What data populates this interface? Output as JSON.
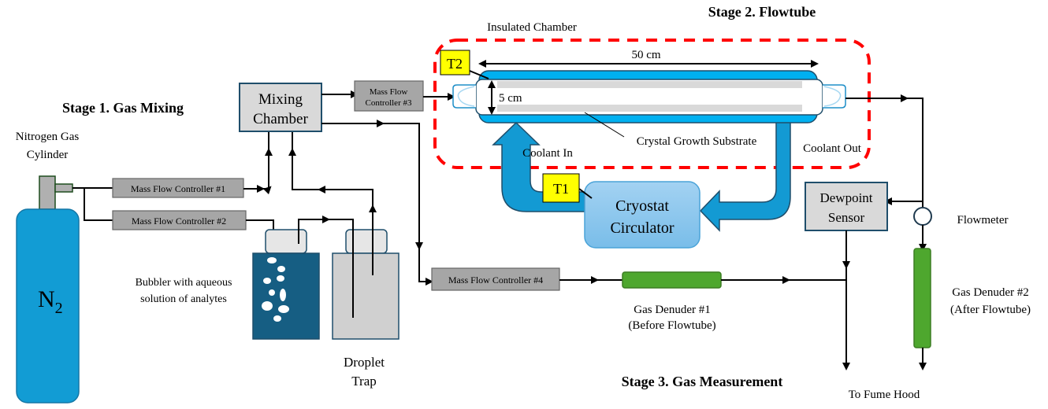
{
  "stages": {
    "stage1": "Stage 1. Gas Mixing",
    "stage2": "Stage 2. Flowtube",
    "stage3": "Stage 3. Gas Measurement"
  },
  "cylinder": {
    "label_line1": "Nitrogen Gas",
    "label_line2": "Cylinder",
    "symbol": "N",
    "subscript": "2"
  },
  "mfc": {
    "mfc1": "Mass Flow Controller #1",
    "mfc2": "Mass Flow Controller #2",
    "mfc3_line1": "Mass Flow",
    "mfc3_line2": "Controller #3",
    "mfc4": "Mass Flow Controller #4"
  },
  "mixing_chamber": {
    "line1": "Mixing",
    "line2": "Chamber"
  },
  "bubbler": {
    "line1": "Bubbler with aqueous",
    "line2": "solution of analytes"
  },
  "droplet_trap": {
    "line1": "Droplet",
    "line2": "Trap"
  },
  "flowtube": {
    "chamber_label": "Insulated Chamber",
    "length_label": "50 cm",
    "diameter_label": "5 cm",
    "substrate_label": "Crystal Growth Substrate",
    "coolant_in": "Coolant In",
    "coolant_out": "Coolant Out",
    "t2": "T2",
    "t1": "T1"
  },
  "cryostat": {
    "line1": "Cryostat",
    "line2": "Circulator"
  },
  "dewpoint": {
    "line1": "Dewpoint",
    "line2": "Sensor"
  },
  "flowmeter": "Flowmeter",
  "denuder1": {
    "line1": "Gas Denuder #1",
    "line2": "(Before Flowtube)"
  },
  "denuder2": {
    "line1": "Gas Denuder #2",
    "line2": "(After Flowtube)"
  },
  "fume_hood": "To Fume Hood",
  "colors": {
    "cylinder_blue": "#129cd4",
    "tube_blue": "#00b0f0",
    "coolant_blue": "#139ad3",
    "dark_outline": "#1f4e6b",
    "box_gray": "#a6a6a6",
    "light_gray": "#d9d9d9",
    "denuder_green": "#4ea72e",
    "label_yellow": "#ffff00",
    "dashed_red": "#ff0000",
    "bubbler_navy": "#165e83",
    "cryostat_blue": "#8fc8ec"
  }
}
